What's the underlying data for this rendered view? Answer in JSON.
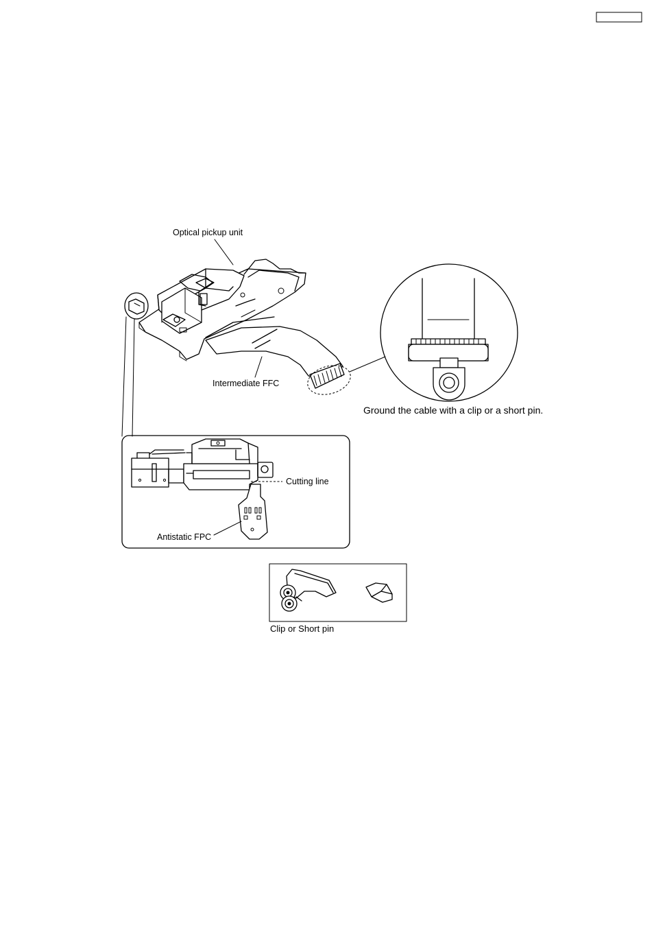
{
  "page_tag": "",
  "labels": {
    "optical_pickup_unit": "Optical pickup unit",
    "intermediate_ffc": "Intermediate FFC",
    "ground_instruction": "Ground the cable with a clip or a short pin.",
    "cutting_line": "Cutting line",
    "antistatic_fpc": "Antistatic FPC",
    "clip_or_short_pin": "Clip or Short pin"
  }
}
